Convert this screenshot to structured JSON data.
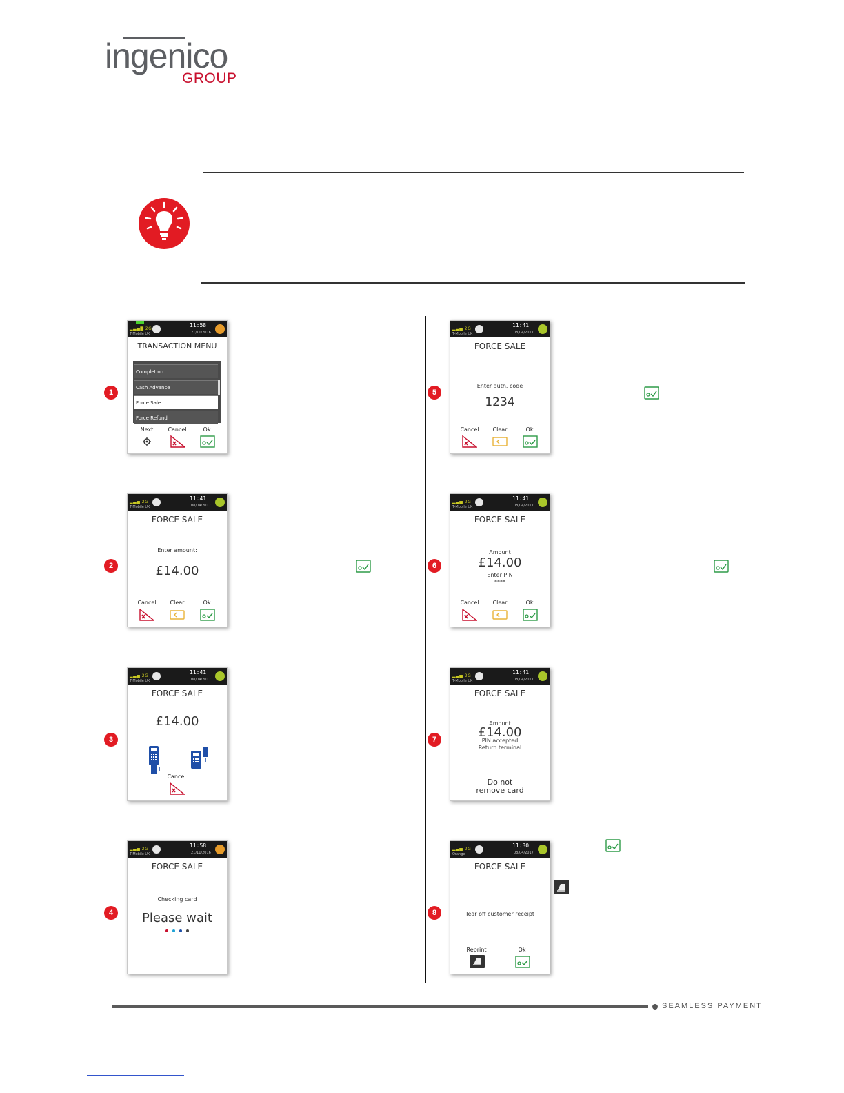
{
  "logo": {
    "word": "ingenico",
    "group": "GROUP"
  },
  "steps": [
    "1",
    "2",
    "3",
    "4",
    "5",
    "6",
    "7",
    "8"
  ],
  "screens": {
    "s1": {
      "clock": "11:58",
      "date": "21/11/2016",
      "carrier": "T-Mobile UK",
      "title": "TRANSACTION MENU",
      "menu": [
        "Completion",
        "Cash Advance",
        "Force Sale",
        "Force Refund"
      ],
      "next": "Next",
      "cancel": "Cancel",
      "ok": "Ok"
    },
    "s2": {
      "clock": "11:41",
      "date": "08/04/2017",
      "carrier": "T-Mobile UK",
      "title": "FORCE SALE",
      "prompt": "Enter amount:",
      "amount": "£14.00",
      "cancel": "Cancel",
      "clear": "Clear",
      "ok": "Ok"
    },
    "s3": {
      "clock": "11:41",
      "date": "08/04/2017",
      "carrier": "T-Mobile UK",
      "title": "FORCE SALE",
      "amount": "£14.00",
      "cancel": "Cancel"
    },
    "s4": {
      "clock": "11:58",
      "date": "21/11/2016",
      "carrier": "T-Mobile UK",
      "title": "FORCE SALE",
      "prompt": "Checking card",
      "wait": "Please wait"
    },
    "s5": {
      "clock": "11:41",
      "date": "08/04/2017",
      "carrier": "T-Mobile UK",
      "title": "FORCE SALE",
      "prompt": "Enter auth. code",
      "code": "1234",
      "cancel": "Cancel",
      "clear": "Clear",
      "ok": "Ok"
    },
    "s6": {
      "clock": "11:41",
      "date": "08/04/2017",
      "carrier": "T-Mobile UK",
      "title": "FORCE SALE",
      "amount_label": "Amount",
      "amount": "£14.00",
      "pin_label": "Enter PIN",
      "pin": "****",
      "cancel": "Cancel",
      "clear": "Clear",
      "ok": "Ok"
    },
    "s7": {
      "clock": "11:41",
      "date": "08/04/2017",
      "carrier": "T-Mobile UK",
      "title": "FORCE SALE",
      "amount_label": "Amount",
      "amount": "£14.00",
      "pin_status": "PIN accepted",
      "return": "Return terminal",
      "warn1": "Do not",
      "warn2": "remove card"
    },
    "s8": {
      "clock": "11:30",
      "date": "08/04/2017",
      "carrier": "Orange",
      "title": "FORCE SALE",
      "prompt": "Tear off customer receipt",
      "reprint": "Reprint",
      "ok": "Ok"
    }
  },
  "footer": {
    "text": "SEAMLESS PAYMENT"
  },
  "colors": {
    "brand_red": "#c8102e",
    "step_red": "#e21b23",
    "ok_green": "#2e9b48",
    "cancel_red": "#c8102e",
    "clear_yellow": "#e9b33a"
  }
}
